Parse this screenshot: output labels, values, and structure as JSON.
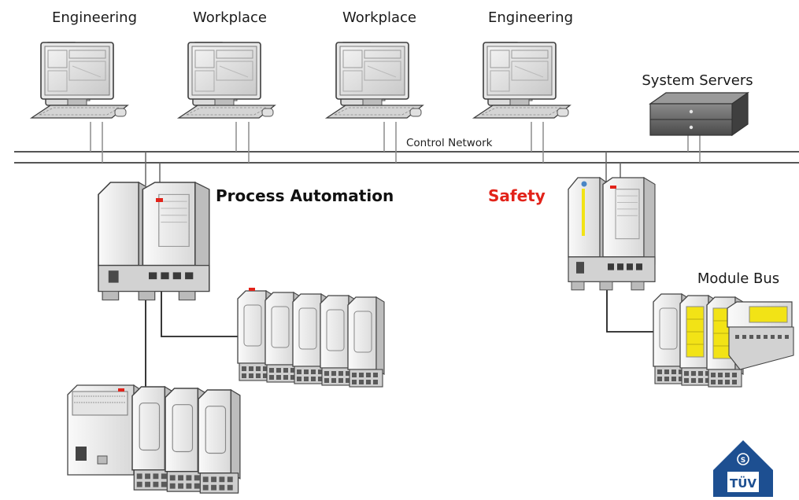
{
  "workstations": [
    {
      "label": "Engineering"
    },
    {
      "label": "Workplace"
    },
    {
      "label": "Workplace"
    },
    {
      "label": "Engineering"
    }
  ],
  "servers": {
    "label": "System Servers"
  },
  "network": {
    "label": "Control Network"
  },
  "process": {
    "label": "Process Automation"
  },
  "safety": {
    "label": "Safety",
    "color": "#e2231a"
  },
  "module_bus": {
    "label": "Module Bus"
  },
  "certification": {
    "mark": "TÜV"
  },
  "colors": {
    "line": "#8c8c8c",
    "network_line": "#555555",
    "device_fill": "#eeeeee",
    "device_stroke": "#555555",
    "accent_yellow": "#f2e316",
    "brand_red": "#e2231a",
    "tuv_blue": "#1d4f91"
  }
}
